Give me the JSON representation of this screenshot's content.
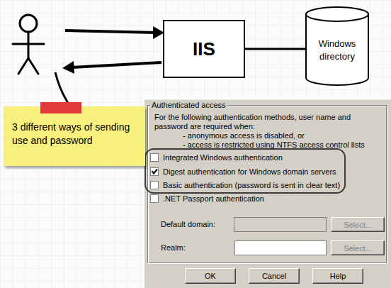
{
  "diagram": {
    "nodes": [
      {
        "text": [
          "IIS"
        ]
      },
      {
        "text": [
          "Windows directory"
        ]
      },
      {
        "text": [
          "3 different ways of sending use and password"
        ]
      },
      {
        "text": [
          "Authenticated access",
          "For the following authentication methods, user name and password are required when:",
          "- anonymous access is disabled, or",
          "- access is restricted using NTFS access control lists",
          "Integrated Windows authentication",
          "Digest authentication for Windows domain servers",
          "Basic authentication (password is sent in clear text)",
          ".NET Passport authentication",
          "Default domain:",
          "Realm:"
        ]
      },
      {
        "text": [
          "Select..."
        ],
        "in": 3
      },
      {
        "text": [
          "Select..."
        ],
        "in": 3
      },
      {
        "text": [
          "OK"
        ],
        "in": 3
      },
      {
        "text": [
          "Cancel"
        ],
        "in": 3
      },
      {
        "text": [
          "Help"
        ],
        "in": 3
      }
    ],
    "edges": [
      {
        "from": 0,
        "to": 1,
        "arrow": "none"
      }
    ]
  }
}
